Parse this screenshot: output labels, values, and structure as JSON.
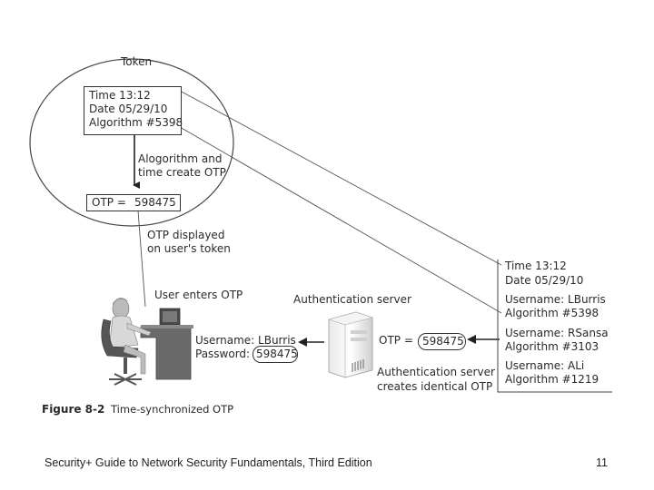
{
  "token": {
    "title": "Token",
    "time": "Time 13:12",
    "date": "Date 05/29/10",
    "algorithm": "Algorithm #5398",
    "create_line1": "Alogorithm and",
    "create_line2": "time create OTP",
    "otp_label": "OTP =",
    "otp_value": "598475"
  },
  "display": {
    "line1": "OTP displayed",
    "line2": "on user's token"
  },
  "user": {
    "enters": "User enters OTP",
    "username": "Username: LBurris",
    "password_label": "Password:",
    "password_value": "598475"
  },
  "server": {
    "title": "Authentication server",
    "otp_label": "OTP =",
    "otp_value": "598475",
    "creates_line1": "Authentication server",
    "creates_line2": "creates identical OTP"
  },
  "records": {
    "time": "Time 13:12",
    "date": "Date 05/29/10",
    "entries": [
      {
        "username": "Username: LBurris",
        "algorithm": "Algorithm #5398"
      },
      {
        "username": "Username: RSansa",
        "algorithm": "Algorithm #3103"
      },
      {
        "username": "Username: ALi",
        "algorithm": "Algorithm #1219"
      }
    ]
  },
  "figure": {
    "number": "Figure 8-2",
    "caption": "Time-synchronized OTP"
  },
  "footer": {
    "book": "Security+ Guide to Network Security Fundamentals, Third Edition",
    "page": "11"
  },
  "colors": {
    "line": "#444444",
    "text": "#2a2a2a"
  }
}
